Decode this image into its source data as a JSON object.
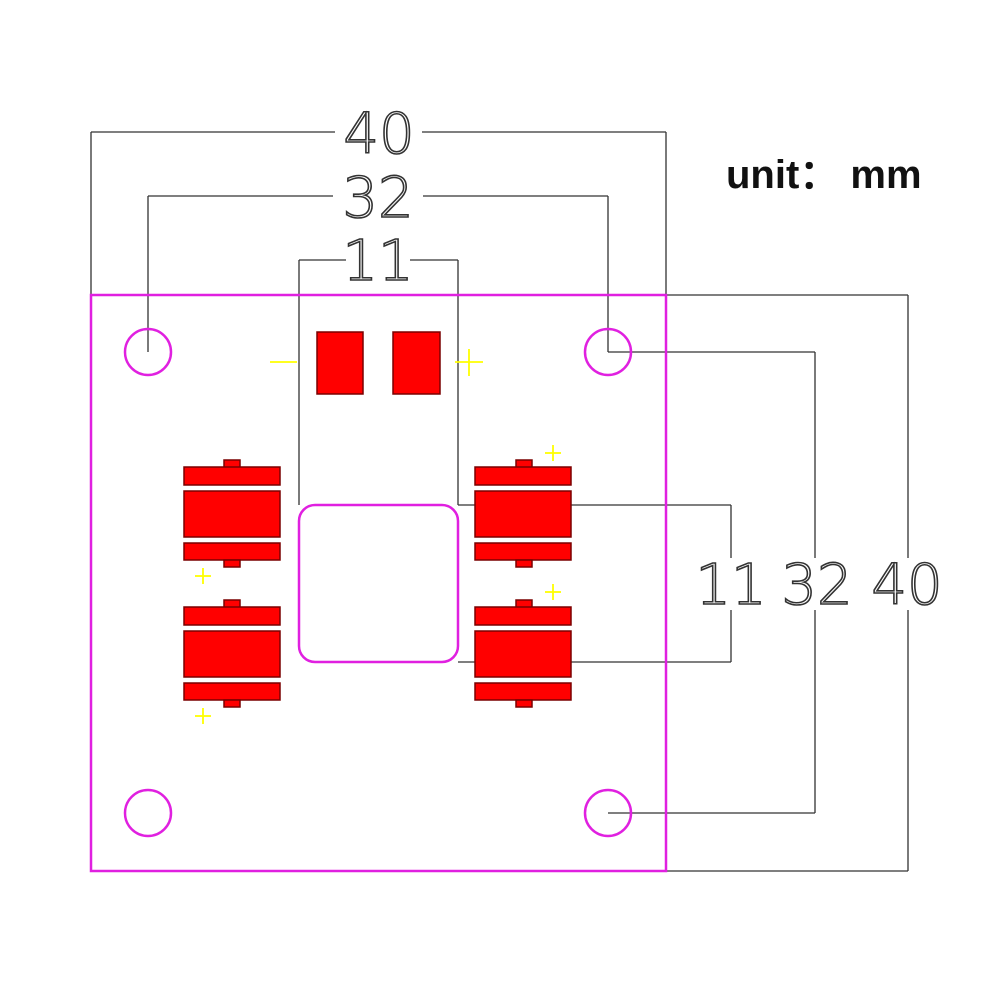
{
  "unit_label": "unit： mm",
  "dimensions": {
    "top_outer": "40",
    "top_holes": "32",
    "top_center": "11",
    "right_center": "11",
    "right_holes": "32",
    "right_outer": "40"
  },
  "polarity": {
    "minus": "−",
    "plus": "+"
  },
  "colors": {
    "board_outline": "#e020e0",
    "pad_fill": "#ff0000",
    "pad_stroke": "#7a0000",
    "dimension_line": "#333333",
    "silkscreen": "#ffff00"
  }
}
